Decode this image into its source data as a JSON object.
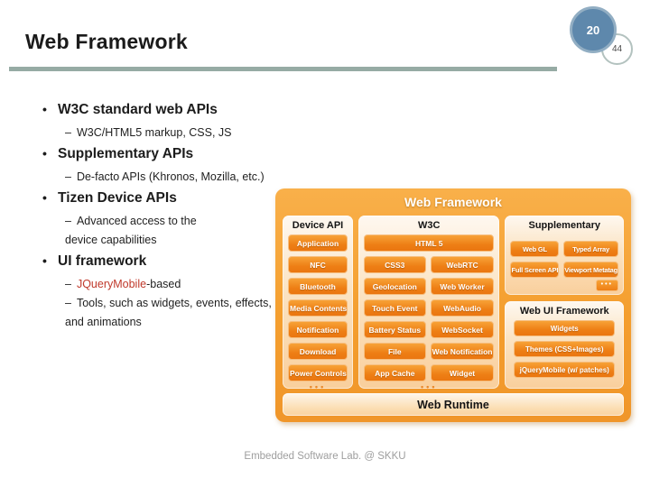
{
  "header": {
    "title": "Web Framework",
    "page_number": "20",
    "page_total": "44"
  },
  "markers": {
    "bullet": "•",
    "dash": "–",
    "dots": "•••"
  },
  "bullets": [
    {
      "label": "W3C standard web APIs",
      "sub1": "W3C/HTML5 markup, CSS, JS"
    },
    {
      "label": "Supplementary APIs",
      "sub1": "De-facto APIs (Khronos, Mozilla, etc.)"
    },
    {
      "label": "Tizen Device APIs",
      "sub1": "Advanced access to the device capabilities"
    },
    {
      "label": "UI framework",
      "sub1_red": "JQueryMobile",
      "sub1_rest": "-based",
      "sub2": "Tools, such as widgets, events, effects, and animations"
    }
  ],
  "diagram": {
    "title": "Web Framework",
    "columns": {
      "device_api": {
        "heading": "Device API",
        "boxes": [
          "Application",
          "NFC",
          "Bluetooth",
          "Media Contents",
          "Notification",
          "Download",
          "Power Controls"
        ],
        "more": "•••"
      },
      "w3c": {
        "heading": "W3C",
        "full_box": "HTML 5",
        "boxes": [
          "CSS3",
          "WebRTC",
          "Geolocation",
          "Web Worker",
          "Touch Event",
          "WebAudio",
          "Battery Status",
          "WebSocket",
          "File",
          "Web Notification",
          "App Cache",
          "Widget"
        ],
        "more": "•••"
      },
      "supplementary": {
        "heading": "Supplementary",
        "boxes": [
          "Web GL",
          "Typed Array",
          "Full Screen API",
          "Viewport Metatag"
        ],
        "more": "•••"
      },
      "web_ui": {
        "heading": "Web UI Framework",
        "boxes": [
          "Widgets",
          "Themes (CSS+Images)",
          "jQueryMobile (w/ patches)"
        ]
      }
    },
    "runtime": "Web Runtime"
  },
  "footer": {
    "text": "Embedded Software Lab. @ SKKU"
  },
  "colors": {
    "accent_orange": "#ee7f15",
    "panel_peach": "#fbe3c2",
    "badge_blue": "#5e88ac",
    "divider_green": "#96aba4",
    "jquery_red": "#c0392b"
  }
}
